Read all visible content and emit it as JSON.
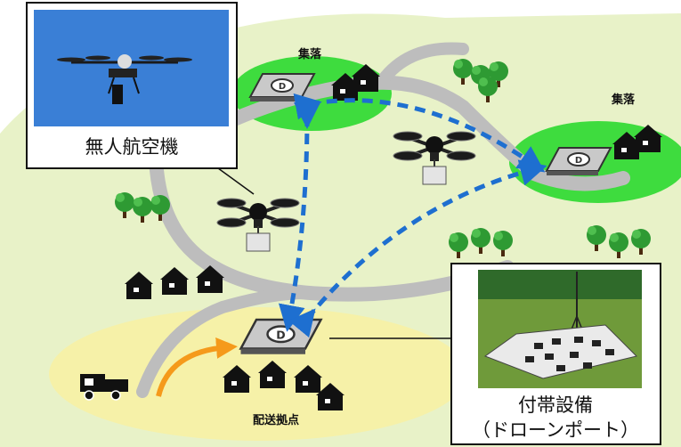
{
  "labels": {
    "village_left": "集落",
    "village_right": "集落",
    "delivery_base": "配送拠点",
    "drone_callout": "無人航空機",
    "port_callout_line1": "付帯設備",
    "port_callout_line2": "（ドローンポート）"
  },
  "colors": {
    "map_background": "#e8f2c8",
    "base_area": "#f6f1a8",
    "village_area": "#3edc3e",
    "road": "#bdbdbd",
    "route_arrow": "#1e6fd0",
    "truck_arrow": "#f59a1b",
    "building": "#111111",
    "tree": "#2e9a33",
    "sky_photo": "#3a7fd6",
    "grass_photo": "#6f9a3a"
  },
  "icons": {
    "drone": "quadcopter-drone-icon",
    "truck": "delivery-truck-icon",
    "port": "drone-port-pad-icon",
    "building": "house-icon",
    "tree": "tree-icon"
  }
}
